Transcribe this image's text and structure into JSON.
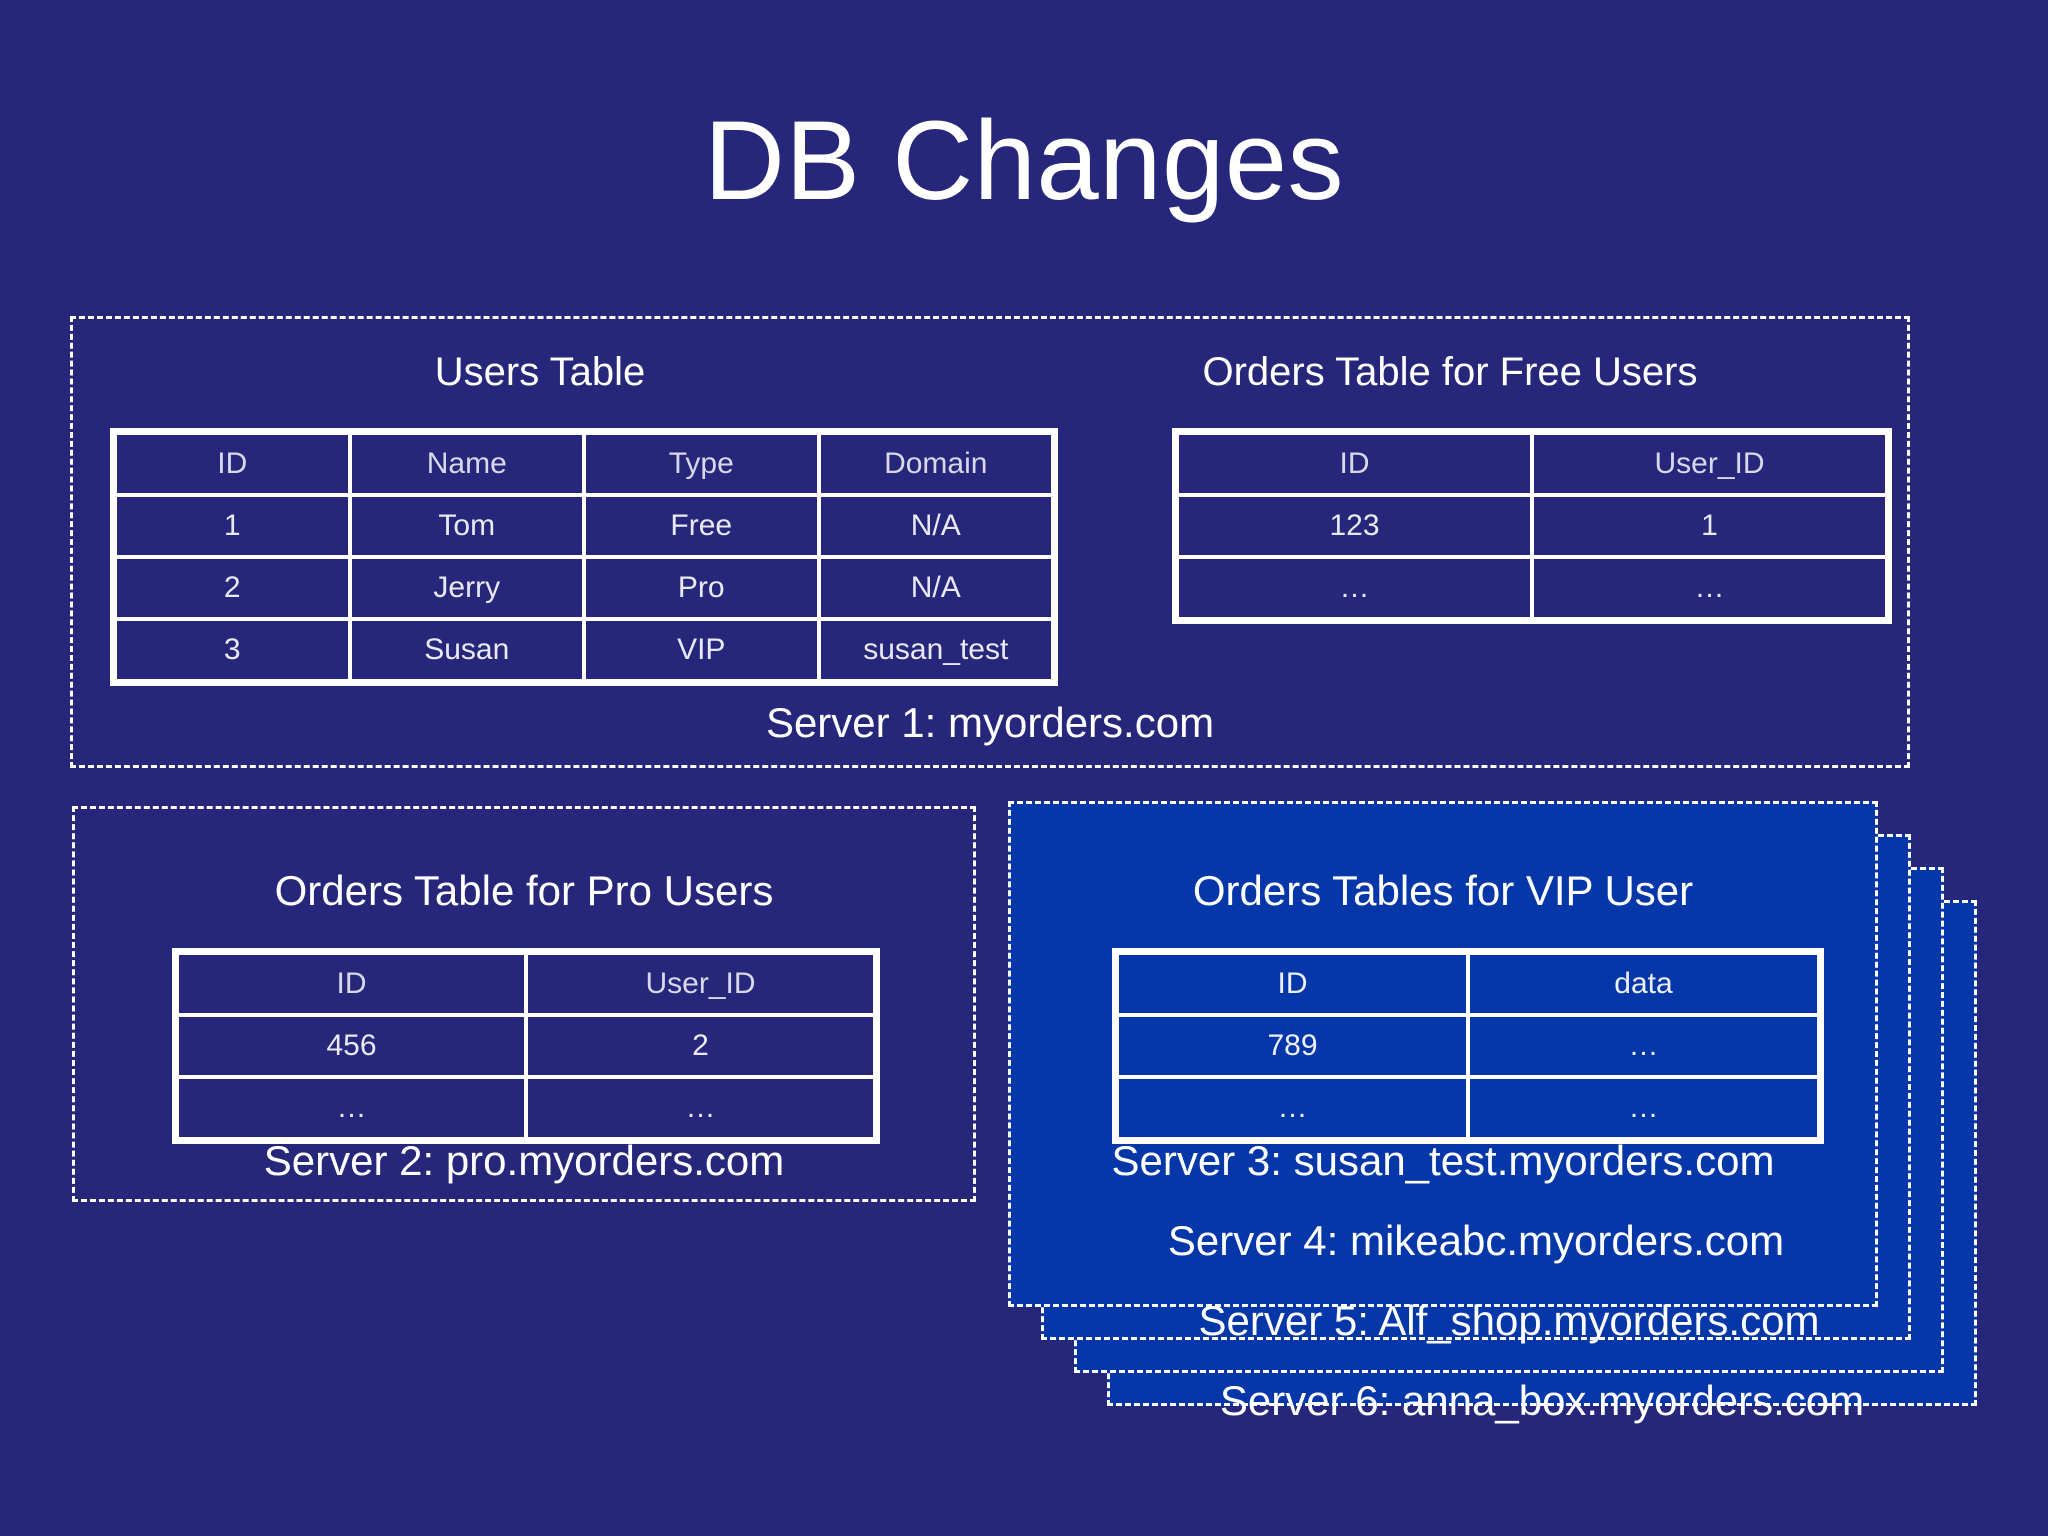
{
  "page": {
    "title": "DB Changes",
    "background_color": "#26267b",
    "vip_card_color": "#0537a8",
    "text_color": "#ffffff"
  },
  "server1": {
    "label": "Server 1: myorders.com",
    "users_table": {
      "title": "Users Table",
      "columns": [
        "ID",
        "Name",
        "Type",
        "Domain"
      ],
      "rows": [
        [
          "1",
          "Tom",
          "Free",
          "N/A"
        ],
        [
          "2",
          "Jerry",
          "Pro",
          "N/A"
        ],
        [
          "3",
          "Susan",
          "VIP",
          "susan_test"
        ]
      ]
    },
    "free_orders_table": {
      "title": "Orders Table for Free Users",
      "columns": [
        "ID",
        "User_ID"
      ],
      "rows": [
        [
          "123",
          "1"
        ],
        [
          "…",
          "…"
        ]
      ]
    }
  },
  "server2": {
    "label": "Server 2: pro.myorders.com",
    "pro_orders_table": {
      "title": "Orders Table for Pro Users",
      "columns": [
        "ID",
        "User_ID"
      ],
      "rows": [
        [
          "456",
          "2"
        ],
        [
          "…",
          "…"
        ]
      ]
    }
  },
  "vip": {
    "title": "Orders Tables for VIP User",
    "orders_table": {
      "columns": [
        "ID",
        "data"
      ],
      "rows": [
        [
          "789",
          "…"
        ],
        [
          "…",
          "…"
        ]
      ]
    },
    "servers": [
      {
        "label": "Server 3: susan_test.myorders.com"
      },
      {
        "label": "Server 4: mikeabc.myorders.com"
      },
      {
        "label": "Server 5: Alf_shop.myorders.com"
      },
      {
        "label": "Server 6: anna_box.myorders.com"
      }
    ]
  }
}
